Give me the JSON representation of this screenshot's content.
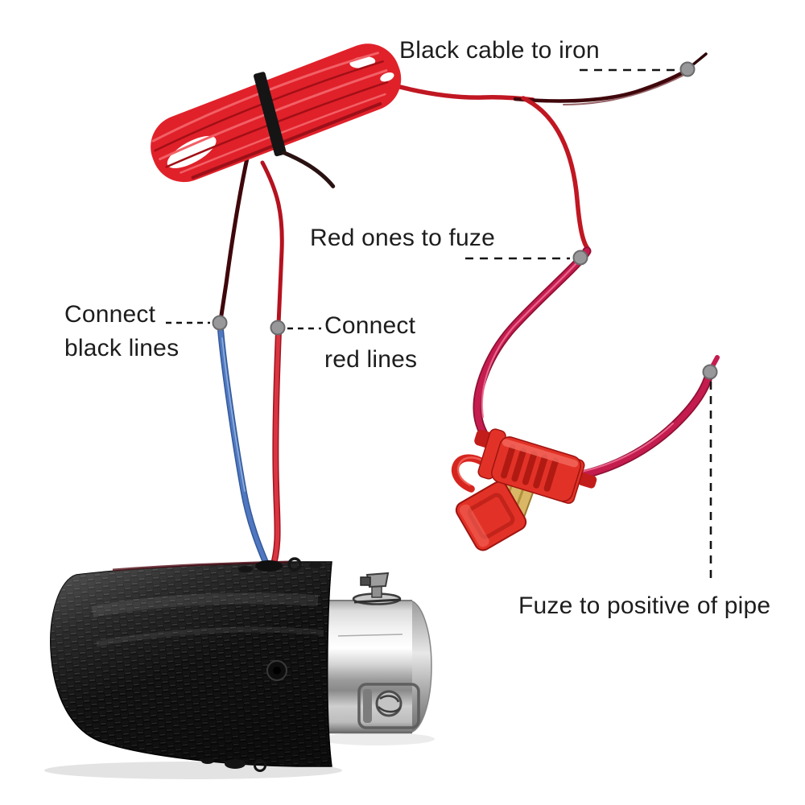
{
  "figure": {
    "title": "exhaust-tip-led-wiring-instructions",
    "background": "#ffffff",
    "annotations": {
      "black_cable": {
        "label": "Black cable to iron"
      },
      "red_fuze": {
        "label": "Red ones to fuze"
      },
      "connect_black": {
        "line1": "Connect",
        "line2": "black lines"
      },
      "connect_red": {
        "line1": "Connect",
        "line2": "red lines"
      },
      "fuze_positive": {
        "label": "Fuze to positive of pipe"
      }
    },
    "parts": {
      "coil": "red-wire-coil-with-zip-tie",
      "fuse": "inline-blade-fuse-holder",
      "fuse_cap": "fuse-holder-cap-open",
      "fuse_element": "gold-blade-fuse",
      "tip": "carbon-fiber-exhaust-tip",
      "inlet": "stainless-inlet-pipe",
      "bolt": "mounting-bolt",
      "clamp": "clamp-screw-recess"
    },
    "colors": {
      "coil_red": "#e0212a",
      "wire_dark": "#3f070b",
      "wire_red": "#c01722",
      "wire_magenta": "#c41c4e",
      "wire_blue": "#5078c0",
      "wire_red_lower": "#d93540",
      "fuse_red": "#e23227",
      "fuse_gold": "#d9b766",
      "marker_dot": "#98989a",
      "leader_line": "#141414",
      "label_text": "#1d1d1d"
    }
  }
}
